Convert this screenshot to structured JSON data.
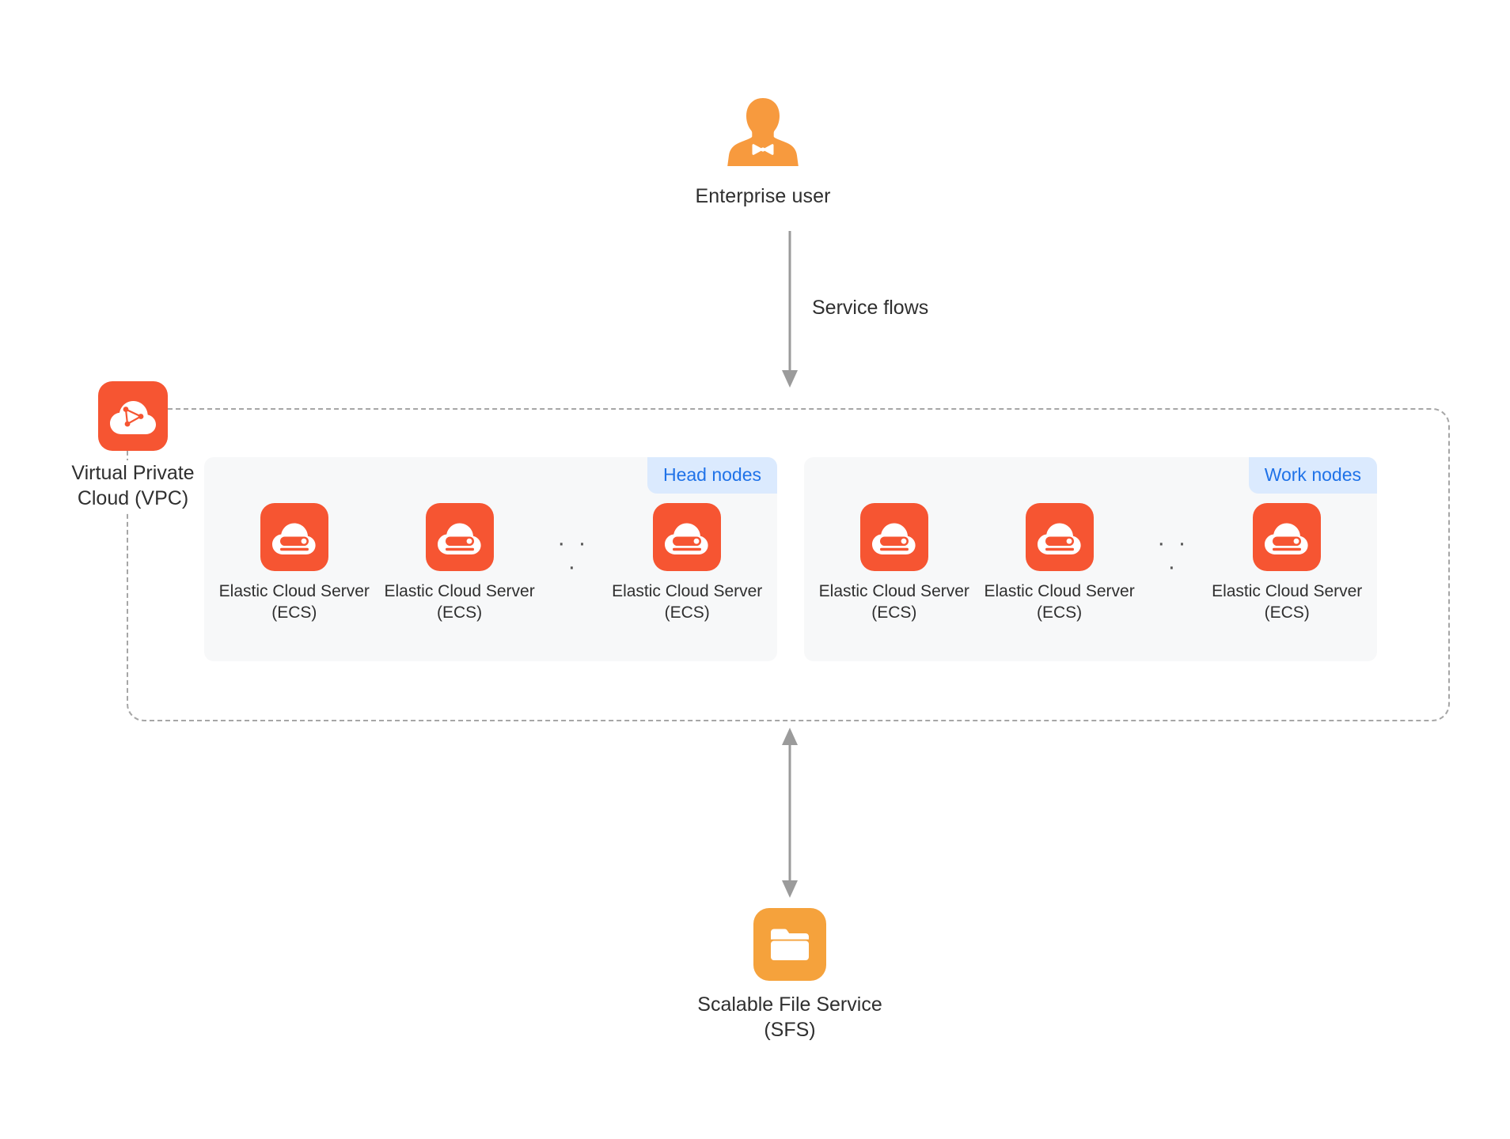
{
  "diagram": {
    "user": {
      "label": "Enterprise user",
      "icon": "user-silhouette-icon"
    },
    "flow_arrow": {
      "label": "Service flows",
      "icon": "arrow-down-icon"
    },
    "storage_arrow": {
      "icon": "arrow-up-down-icon"
    },
    "vpc": {
      "label_line1": "Virtual Private",
      "label_line2": "Cloud (VPC)",
      "icon": "vpc-cloud-network-icon",
      "color": "#f65532"
    },
    "groups": [
      {
        "badge": "Head nodes",
        "badge_bg": "#dbeafe",
        "badge_color": "#1f72e8",
        "nodes": [
          {
            "line1": "Elastic Cloud Server",
            "line2": "(ECS)",
            "icon": "ecs-cloud-server-icon"
          },
          {
            "line1": "Elastic Cloud Server",
            "line2": "(ECS)",
            "icon": "ecs-cloud-server-icon"
          },
          {
            "ellipsis": "· · ·"
          },
          {
            "line1": "Elastic Cloud Server",
            "line2": "(ECS)",
            "icon": "ecs-cloud-server-icon"
          }
        ]
      },
      {
        "badge": "Work nodes",
        "badge_bg": "#dbeafe",
        "badge_color": "#1f72e8",
        "nodes": [
          {
            "line1": "Elastic Cloud Server",
            "line2": "(ECS)",
            "icon": "ecs-cloud-server-icon"
          },
          {
            "line1": "Elastic Cloud Server",
            "line2": "(ECS)",
            "icon": "ecs-cloud-server-icon"
          },
          {
            "ellipsis": "· · ·"
          },
          {
            "line1": "Elastic Cloud Server",
            "line2": "(ECS)",
            "icon": "ecs-cloud-server-icon"
          }
        ]
      }
    ],
    "sfs": {
      "label_line1": "Scalable File Service",
      "label_line2": "(SFS)",
      "icon": "folder-icon",
      "color": "#f5a23c"
    }
  }
}
